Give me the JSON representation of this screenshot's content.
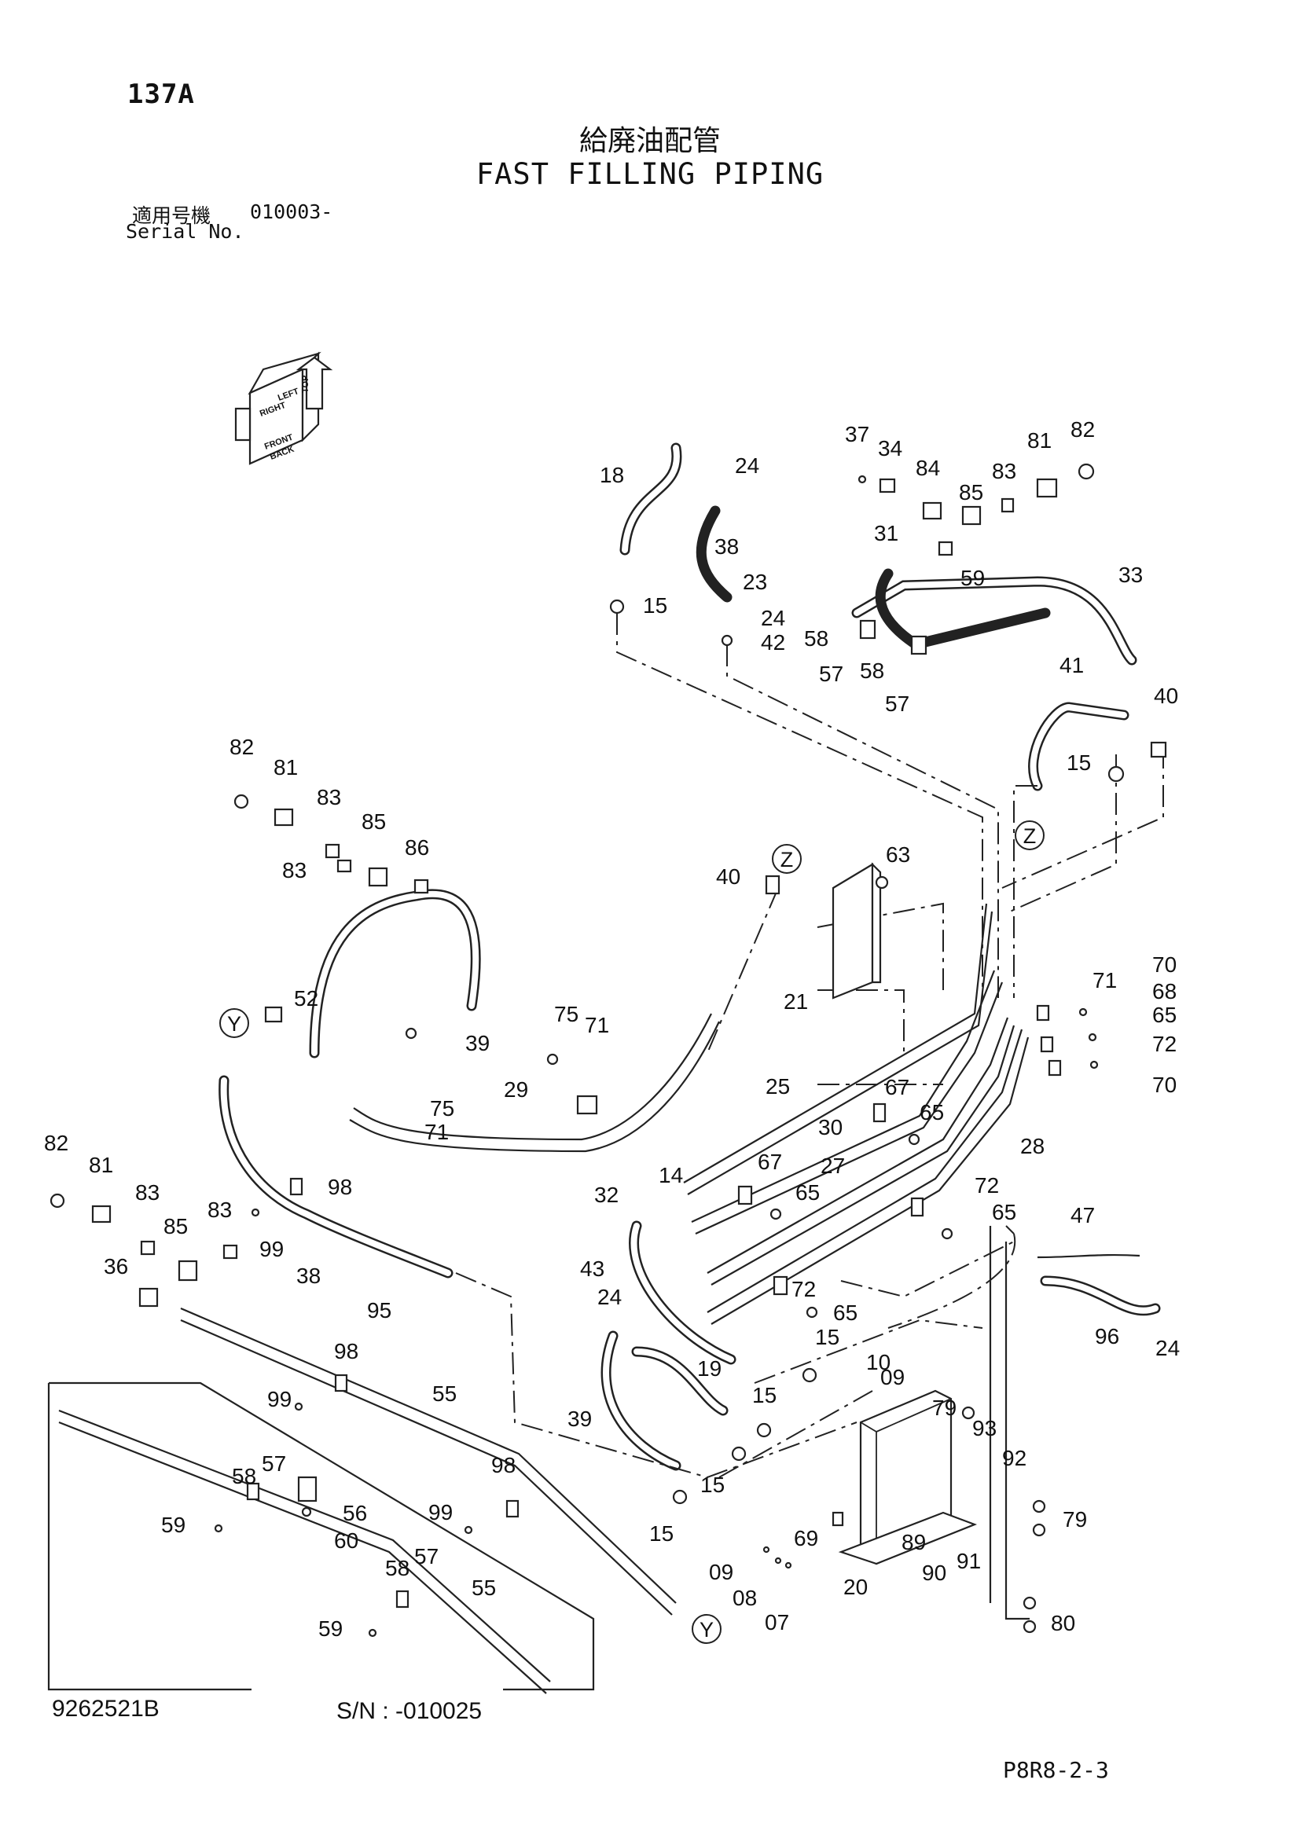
{
  "header": {
    "page_code": "137A",
    "title_jp": "給廃油配管",
    "title_en": "FAST FILLING PIPING",
    "serial_label_jp": "適用号機",
    "serial_value": "010003-",
    "serial_label_en": "Serial No."
  },
  "orientation_icon": {
    "labels": [
      "TOP",
      "LEFT",
      "RIGHT",
      "FRONT",
      "BACK"
    ],
    "icon": "orientation-cube-icon"
  },
  "reference_markers": {
    "y": "Y",
    "z": "Z"
  },
  "part_numbers": [
    "18",
    "24",
    "15",
    "38",
    "23",
    "24",
    "42",
    "37",
    "34",
    "84",
    "85",
    "83",
    "81",
    "82",
    "31",
    "59",
    "33",
    "58",
    "57",
    "58",
    "57",
    "41",
    "40",
    "15",
    "82",
    "81",
    "83",
    "85",
    "86",
    "83",
    "39",
    "52",
    "63",
    "40",
    "21",
    "70",
    "71",
    "68",
    "65",
    "72",
    "70",
    "75",
    "71",
    "29",
    "75",
    "71",
    "25",
    "67",
    "65",
    "30",
    "28",
    "82",
    "81",
    "83",
    "85",
    "83",
    "98",
    "99",
    "38",
    "95",
    "36",
    "14",
    "32",
    "67",
    "65",
    "27",
    "72",
    "65",
    "47",
    "43",
    "24",
    "72",
    "65",
    "96",
    "24",
    "15",
    "10",
    "09",
    "19",
    "39",
    "15",
    "79",
    "93",
    "92",
    "15",
    "15",
    "79",
    "69",
    "89",
    "91",
    "90",
    "20",
    "09",
    "08",
    "07",
    "80",
    "98",
    "99",
    "55",
    "98",
    "99",
    "58",
    "57",
    "56",
    "59",
    "60",
    "58",
    "57",
    "59",
    "55"
  ],
  "footer": {
    "drawing_number": "9262521B",
    "serial_note": "S/N : -010025",
    "page_ref": "P8R8-2-3"
  }
}
